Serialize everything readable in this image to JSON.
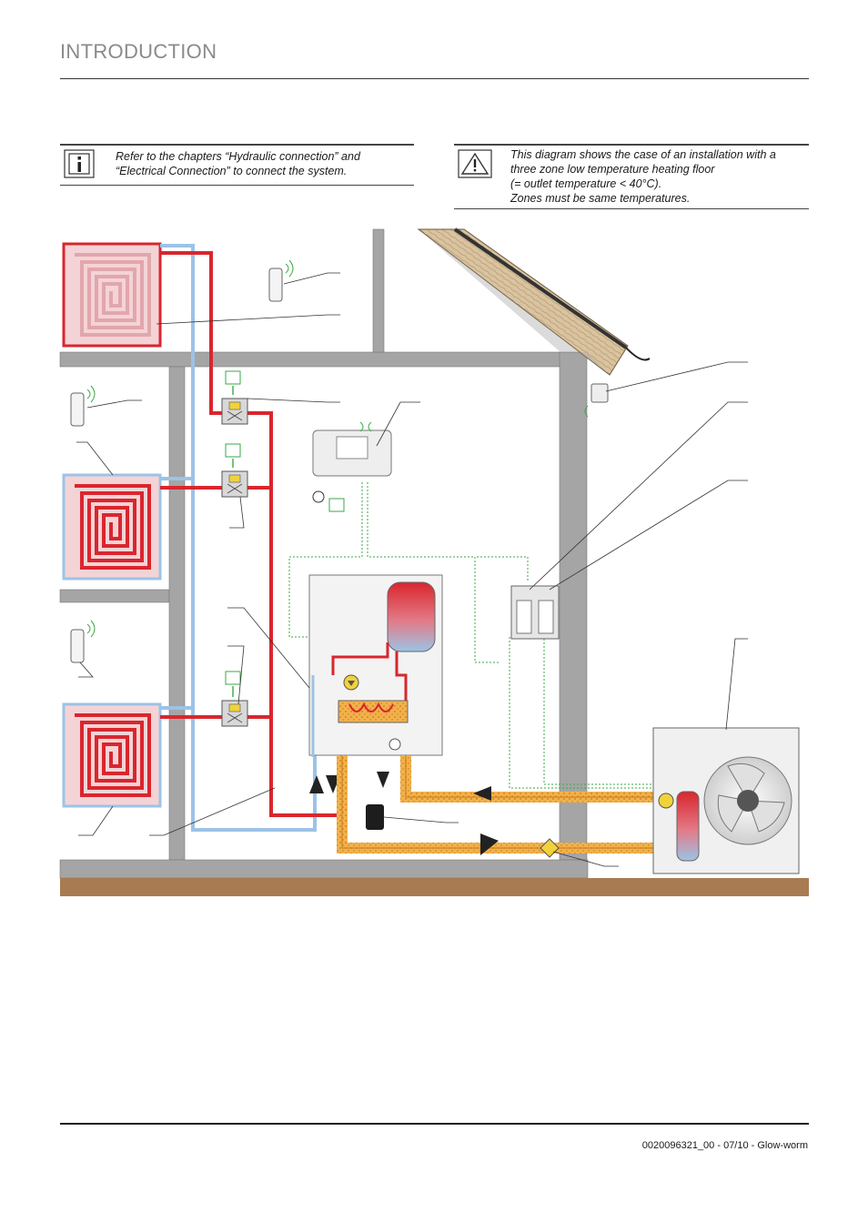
{
  "header": {
    "section_title": "INTRODUCTION"
  },
  "notes": {
    "info": {
      "icon": "info-icon",
      "lines": [
        "Refer to the chapters “Hydraulic connection” and",
        "“Electrical Connection” to connect the system."
      ]
    },
    "warning": {
      "icon": "warning-icon",
      "lines": [
        "This diagram shows the case of an installation with a",
        "three zone low temperature heating floor",
        "(= outlet temperature < 40°C).",
        "Zones must be same temperatures."
      ]
    }
  },
  "footer": {
    "doc_reference": "0020096321_00 - 07/10 - Glow-worm"
  },
  "colors": {
    "flow": "#d9262e",
    "return": "#9cc3e6",
    "wall": "#a5a5a5",
    "ground": "#a97b52",
    "insulation": "#f2b14a",
    "signal": "#3aa845"
  }
}
